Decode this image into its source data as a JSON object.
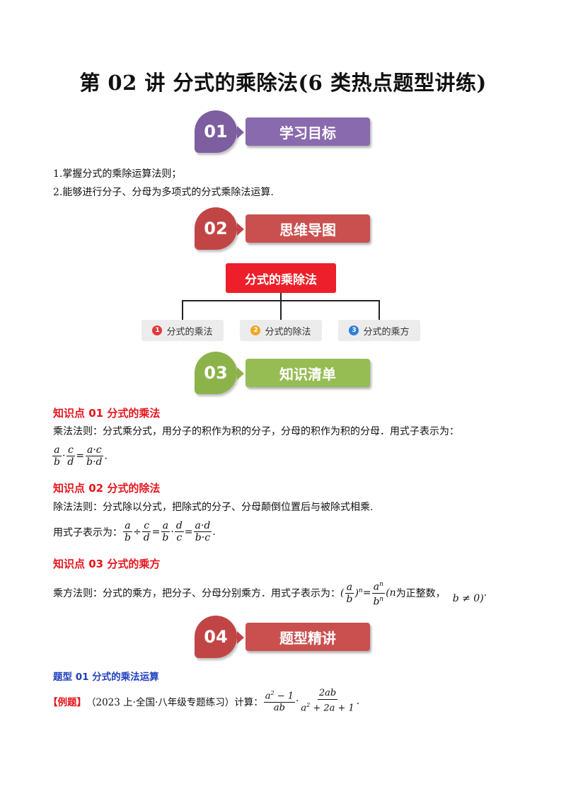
{
  "title": "第 02 讲  分式的乘除法(6 类热点题型讲练)",
  "sections": [
    {
      "num": "01",
      "label": "学习目标",
      "circle_color": "#7d5ea0",
      "bar_color": "#8a6aae"
    },
    {
      "num": "02",
      "label": "思维导图",
      "circle_color": "#c24545",
      "bar_color": "#c9504f"
    },
    {
      "num": "03",
      "label": "知识清单",
      "circle_color": "#8cb34a",
      "bar_color": "#96bc54"
    },
    {
      "num": "04",
      "label": "题型精讲",
      "circle_color": "#c24545",
      "bar_color": "#c9504f"
    }
  ],
  "goals": [
    "1.掌握分式的乘除运算法则；",
    "2.能够进行分子、分母为多项式的分式乘除法运算."
  ],
  "mindmap": {
    "root": "分式的乘除法",
    "children": [
      {
        "num": "1",
        "label": "分式的乘法",
        "color": "#e2383c"
      },
      {
        "num": "2",
        "label": "分式的除法",
        "color": "#f1a51e"
      },
      {
        "num": "3",
        "label": "分式的乘方",
        "color": "#2f7fd8"
      }
    ]
  },
  "knowledge": [
    {
      "heading": "知识点 01    分式的乘法",
      "text": "乘法法则：分式乘分式，用分子的积作为积的分子，分母的积作为积的分母．用式子表示为："
    },
    {
      "heading": "知识点 02    分式的除法",
      "text": "除法法则：分式除以分式，把除式的分子、分母颠倒位置后与被除式相乘.",
      "text2": "用式子表示为："
    },
    {
      "heading": "知识点 03    分式的乘方",
      "text": "乘方法则：分式的乘方，把分子、分母分别乘方．用式子表示为：",
      "cond1": "为正整数，",
      "cond2": "b ≠ 0)"
    }
  ],
  "topic": {
    "heading": "题型 01    分式的乘法运算",
    "example_tag": "【例题】",
    "example_src": "（2023 上·全国·八年级专题练习）计算：",
    "end": "."
  }
}
